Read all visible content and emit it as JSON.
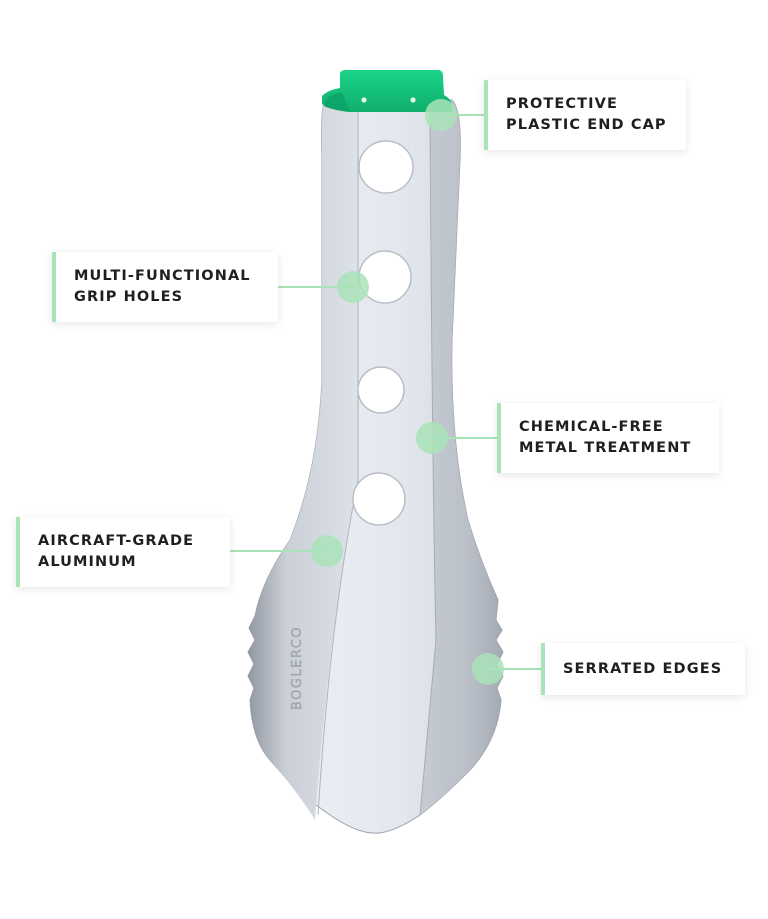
{
  "product": {
    "engraving": "BOGLERCO",
    "cap_icon": "rivet-dots",
    "colors": {
      "cap": "#14c27a",
      "accent": "#a9e3b8",
      "metal_light": "#e9edf3",
      "metal_mid": "#c7ccd4",
      "metal_dark": "#9aa0aa"
    }
  },
  "callouts": {
    "cap": {
      "line1": "PROTECTIVE",
      "line2": "PLASTIC END CAP"
    },
    "grip": {
      "line1": "MULTI-FUNCTIONAL",
      "line2": "GRIP HOLES"
    },
    "chemical": {
      "line1": "CHEMICAL-FREE",
      "line2": "METAL TREATMENT"
    },
    "aluminum": {
      "line1": "AIRCRAFT-GRADE",
      "line2": "ALUMINUM"
    },
    "serrated": {
      "line1": "SERRATED EDGES"
    }
  }
}
